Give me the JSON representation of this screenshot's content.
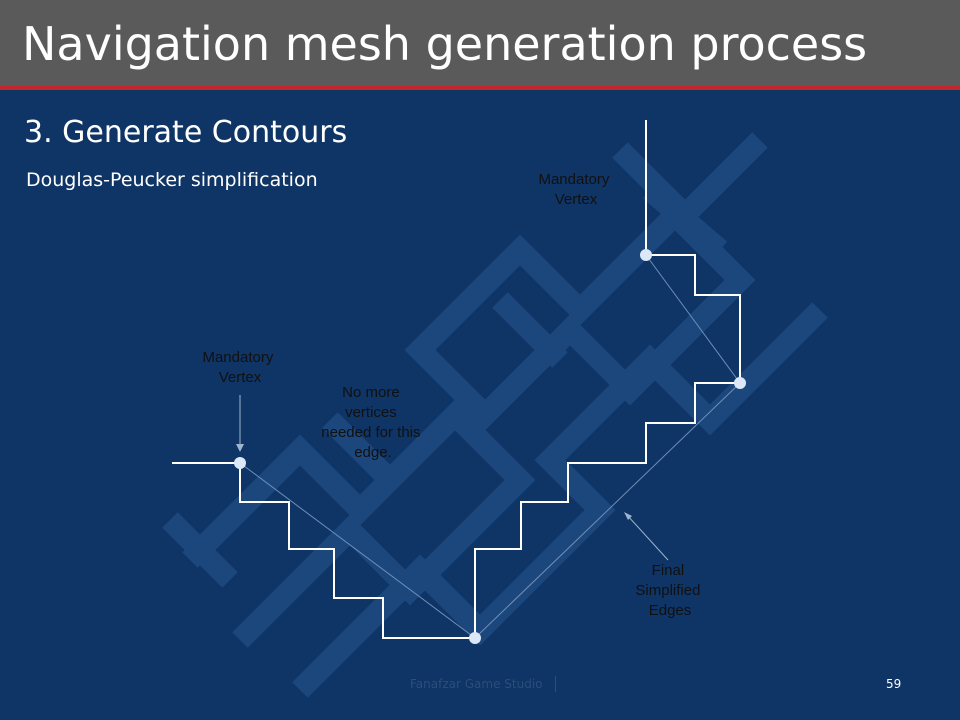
{
  "slide": {
    "title": "Navigation mesh generation process",
    "heading": "3. Generate Contours",
    "subheading": "Douglas-Peucker simplification"
  },
  "diagram": {
    "label_top_line1": "Mandatory",
    "label_top_line2": "Vertex",
    "label_left_line1": "Mandatory",
    "label_left_line2": "Vertex",
    "label_mid_line1": "No more",
    "label_mid_line2": "vertices",
    "label_mid_line3": "needed for this",
    "label_mid_line4": "edge.",
    "label_final_line1": "Final",
    "label_final_line2": "Simplified",
    "label_final_line3": "Edges"
  },
  "footer": {
    "studio": "Fanafzar Game Studio",
    "page": "59"
  },
  "colors": {
    "background": "#0f3466",
    "title_bar": "#5a5a5a",
    "accent_rule": "#c4262e",
    "contour": "#ffffff",
    "vertex": "#dce8f5"
  }
}
